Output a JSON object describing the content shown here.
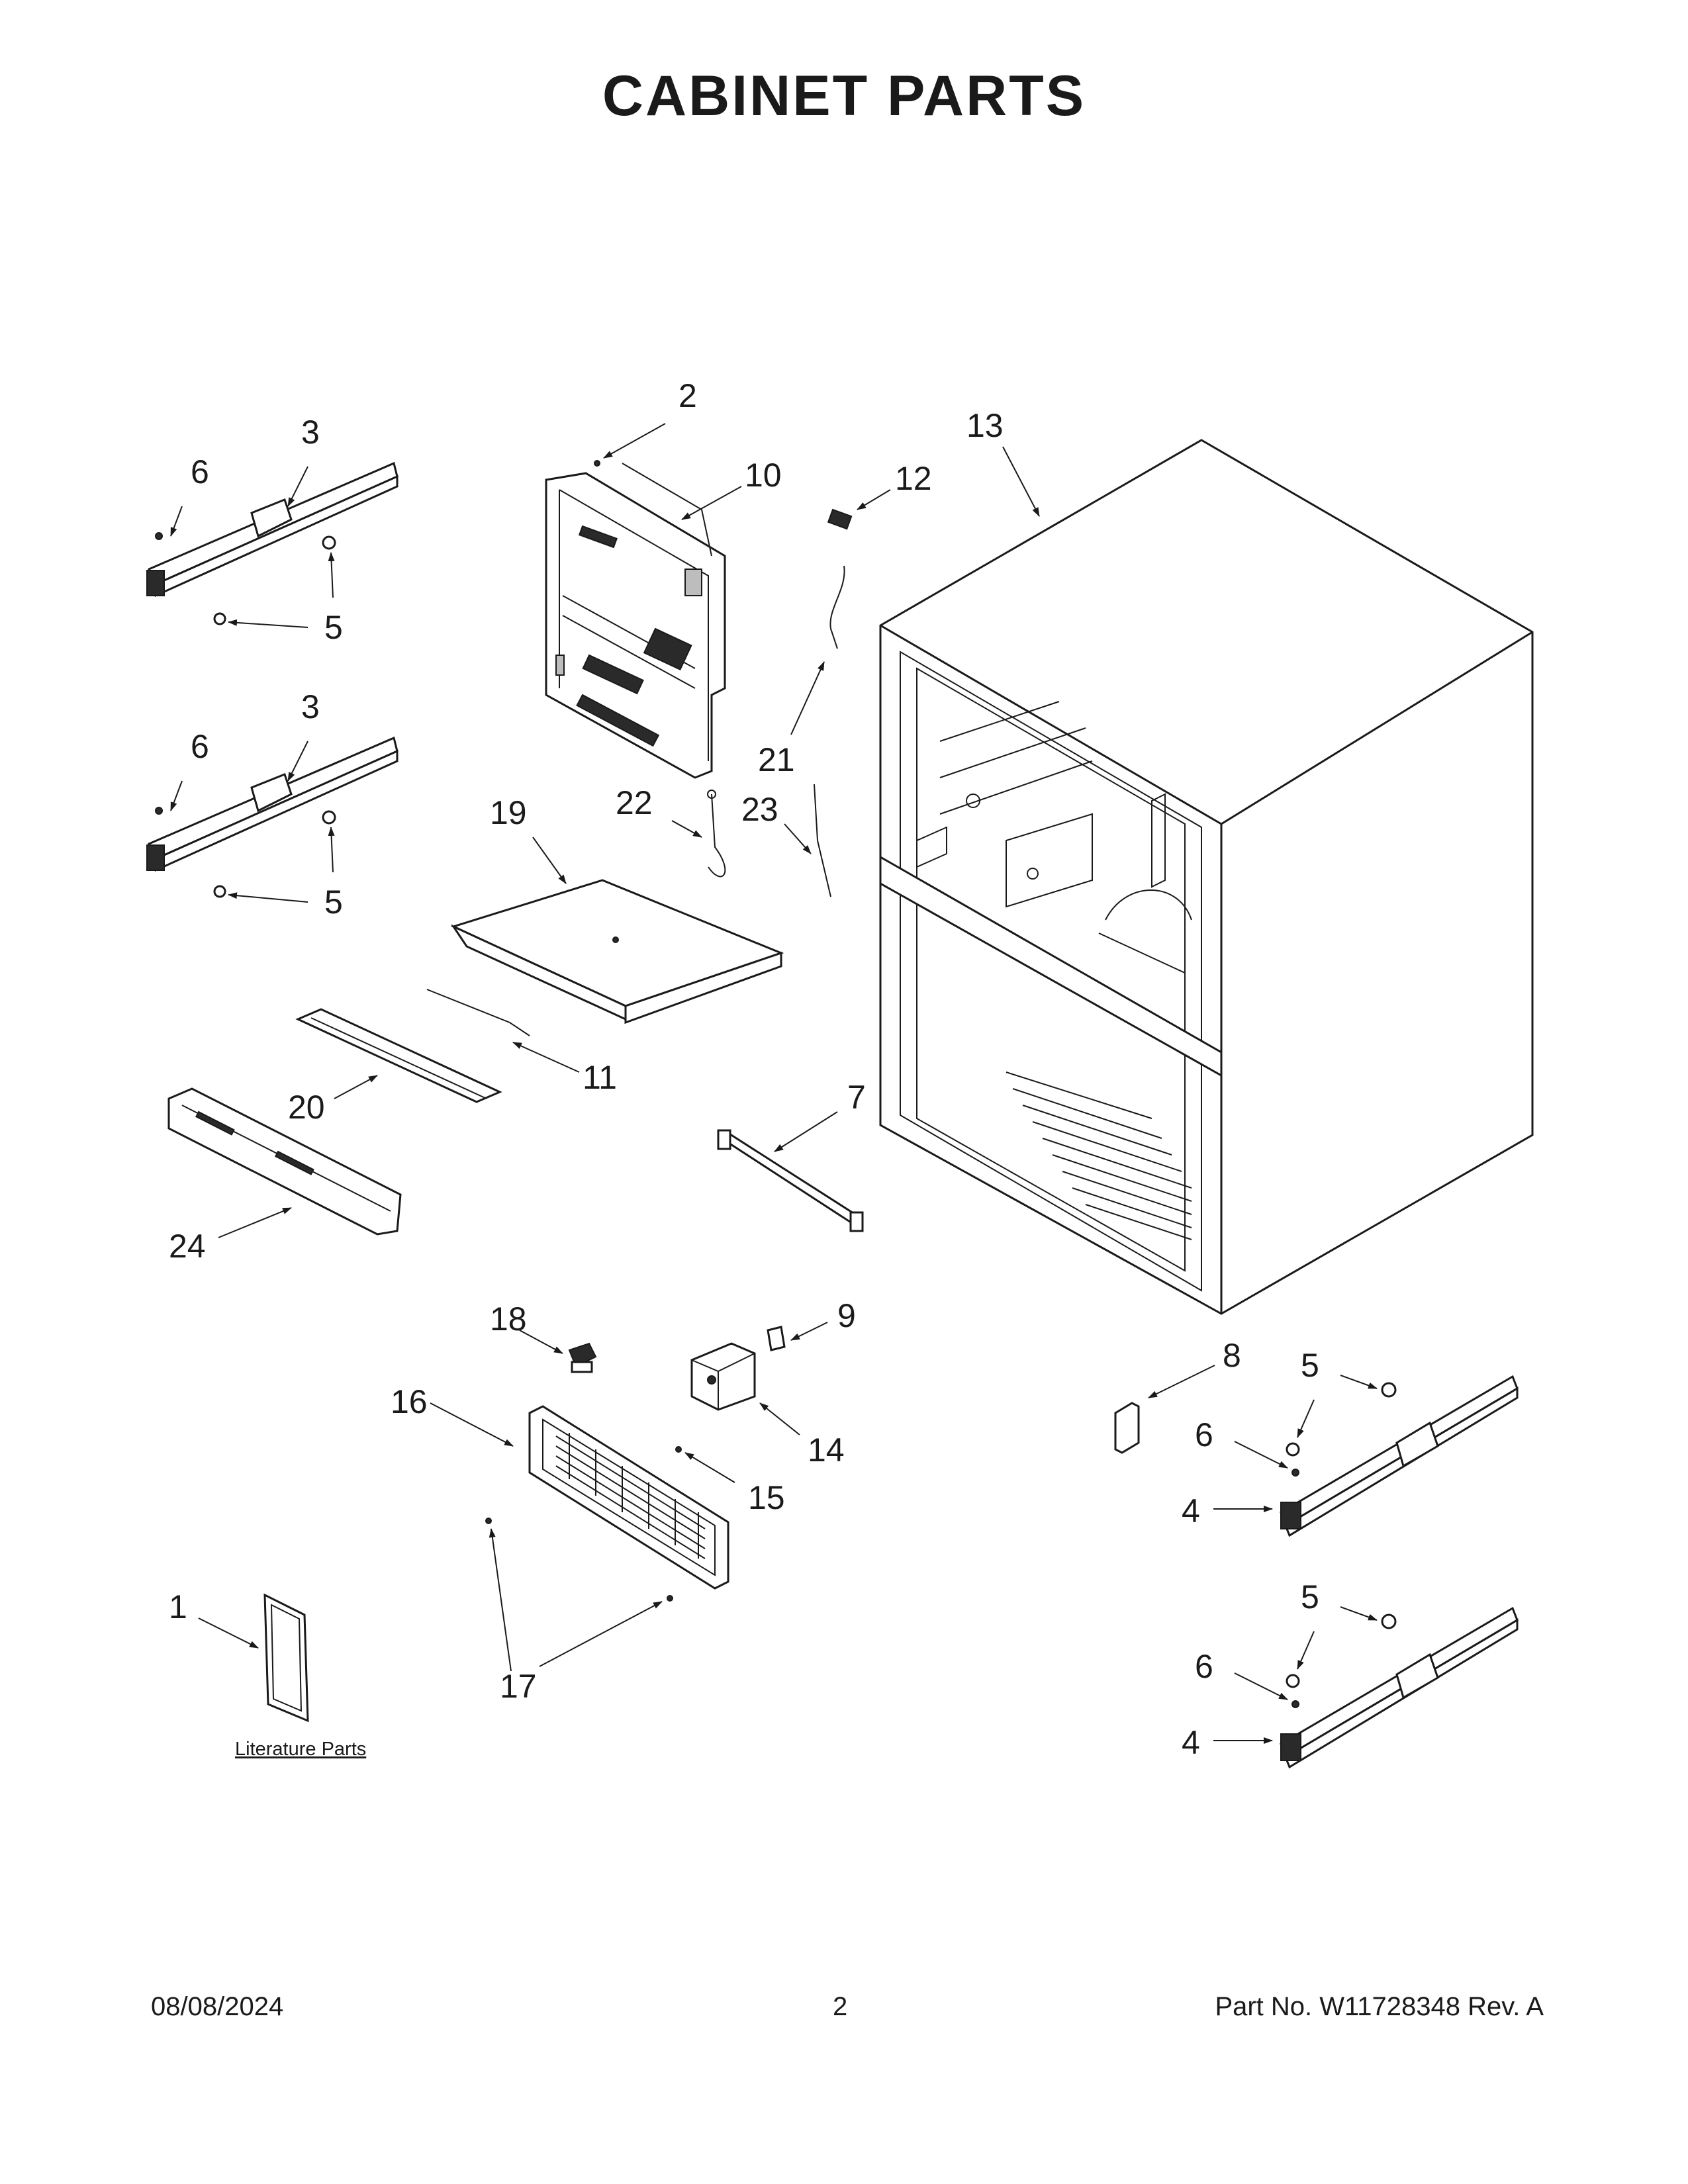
{
  "title": "CABINET PARTS",
  "callouts": [
    "1",
    "2",
    "3",
    "4",
    "5",
    "6",
    "7",
    "8",
    "9",
    "10",
    "11",
    "12",
    "13",
    "14",
    "15",
    "16",
    "17",
    "18",
    "19",
    "20",
    "21",
    "22",
    "23",
    "24"
  ],
  "literature_label": "Literature Parts",
  "footer": {
    "date": "08/08/2024",
    "page": "2",
    "part_no": "Part No.  W11728348  Rev.  A"
  }
}
